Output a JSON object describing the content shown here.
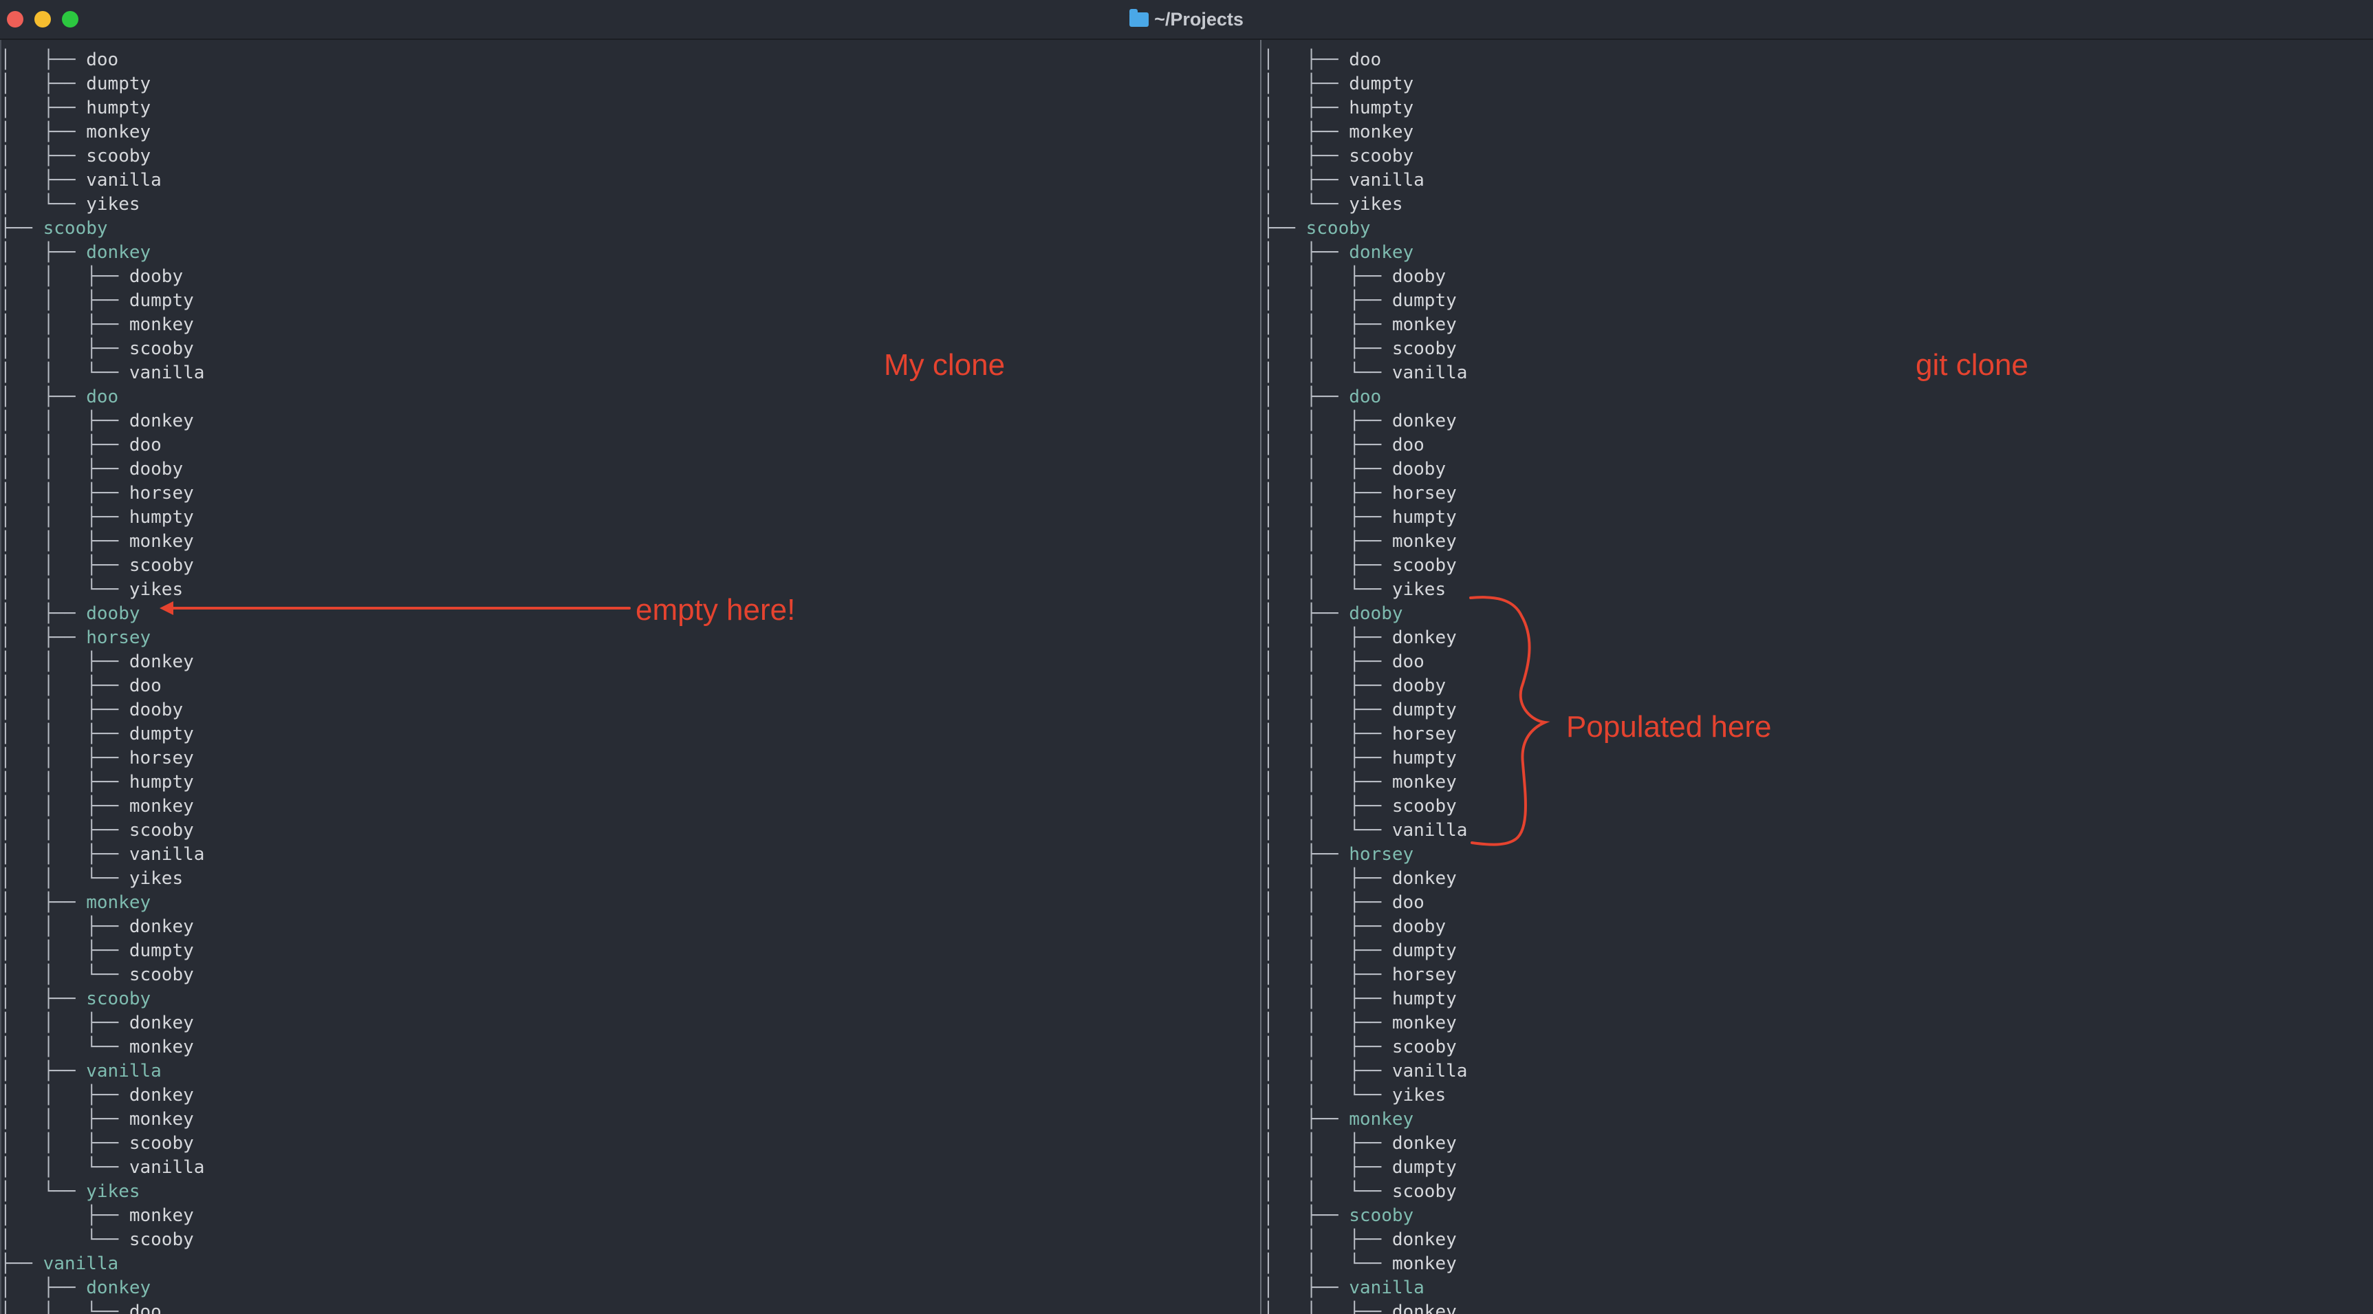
{
  "window": {
    "title": "~/Projects"
  },
  "left_pane": {
    "label": "My clone",
    "rows": [
      [
        "│   ├── ",
        "doo",
        "f"
      ],
      [
        "│   ├── ",
        "dumpty",
        "f"
      ],
      [
        "│   ├── ",
        "humpty",
        "f"
      ],
      [
        "│   ├── ",
        "monkey",
        "f"
      ],
      [
        "│   ├── ",
        "scooby",
        "f"
      ],
      [
        "│   ├── ",
        "vanilla",
        "f"
      ],
      [
        "│   └── ",
        "yikes",
        "f"
      ],
      [
        "├── ",
        "scooby",
        "d"
      ],
      [
        "│   ├── ",
        "donkey",
        "d"
      ],
      [
        "│   │   ├── ",
        "dooby",
        "f"
      ],
      [
        "│   │   ├── ",
        "dumpty",
        "f"
      ],
      [
        "│   │   ├── ",
        "monkey",
        "f"
      ],
      [
        "│   │   ├── ",
        "scooby",
        "f"
      ],
      [
        "│   │   └── ",
        "vanilla",
        "f"
      ],
      [
        "│   ├── ",
        "doo",
        "d"
      ],
      [
        "│   │   ├── ",
        "donkey",
        "f"
      ],
      [
        "│   │   ├── ",
        "doo",
        "f"
      ],
      [
        "│   │   ├── ",
        "dooby",
        "f"
      ],
      [
        "│   │   ├── ",
        "horsey",
        "f"
      ],
      [
        "│   │   ├── ",
        "humpty",
        "f"
      ],
      [
        "│   │   ├── ",
        "monkey",
        "f"
      ],
      [
        "│   │   ├── ",
        "scooby",
        "f"
      ],
      [
        "│   │   └── ",
        "yikes",
        "f"
      ],
      [
        "│   ├── ",
        "dooby",
        "d"
      ],
      [
        "│   ├── ",
        "horsey",
        "d"
      ],
      [
        "│   │   ├── ",
        "donkey",
        "f"
      ],
      [
        "│   │   ├── ",
        "doo",
        "f"
      ],
      [
        "│   │   ├── ",
        "dooby",
        "f"
      ],
      [
        "│   │   ├── ",
        "dumpty",
        "f"
      ],
      [
        "│   │   ├── ",
        "horsey",
        "f"
      ],
      [
        "│   │   ├── ",
        "humpty",
        "f"
      ],
      [
        "│   │   ├── ",
        "monkey",
        "f"
      ],
      [
        "│   │   ├── ",
        "scooby",
        "f"
      ],
      [
        "│   │   ├── ",
        "vanilla",
        "f"
      ],
      [
        "│   │   └── ",
        "yikes",
        "f"
      ],
      [
        "│   ├── ",
        "monkey",
        "d"
      ],
      [
        "│   │   ├── ",
        "donkey",
        "f"
      ],
      [
        "│   │   ├── ",
        "dumpty",
        "f"
      ],
      [
        "│   │   └── ",
        "scooby",
        "f"
      ],
      [
        "│   ├── ",
        "scooby",
        "d"
      ],
      [
        "│   │   ├── ",
        "donkey",
        "f"
      ],
      [
        "│   │   └── ",
        "monkey",
        "f"
      ],
      [
        "│   ├── ",
        "vanilla",
        "d"
      ],
      [
        "│   │   ├── ",
        "donkey",
        "f"
      ],
      [
        "│   │   ├── ",
        "monkey",
        "f"
      ],
      [
        "│   │   ├── ",
        "scooby",
        "f"
      ],
      [
        "│   │   └── ",
        "vanilla",
        "f"
      ],
      [
        "│   └── ",
        "yikes",
        "d"
      ],
      [
        "│       ├── ",
        "monkey",
        "f"
      ],
      [
        "│       └── ",
        "scooby",
        "f"
      ],
      [
        "├── ",
        "vanilla",
        "d"
      ],
      [
        "│   ├── ",
        "donkey",
        "d"
      ],
      [
        "│   │   └── ",
        "doo",
        "f"
      ]
    ]
  },
  "right_pane": {
    "label": "git clone",
    "rows": [
      [
        "│   ├── ",
        "doo",
        "f"
      ],
      [
        "│   ├── ",
        "dumpty",
        "f"
      ],
      [
        "│   ├── ",
        "humpty",
        "f"
      ],
      [
        "│   ├── ",
        "monkey",
        "f"
      ],
      [
        "│   ├── ",
        "scooby",
        "f"
      ],
      [
        "│   ├── ",
        "vanilla",
        "f"
      ],
      [
        "│   └── ",
        "yikes",
        "f"
      ],
      [
        "├── ",
        "scooby",
        "d"
      ],
      [
        "│   ├── ",
        "donkey",
        "d"
      ],
      [
        "│   │   ├── ",
        "dooby",
        "f"
      ],
      [
        "│   │   ├── ",
        "dumpty",
        "f"
      ],
      [
        "│   │   ├── ",
        "monkey",
        "f"
      ],
      [
        "│   │   ├── ",
        "scooby",
        "f"
      ],
      [
        "│   │   └── ",
        "vanilla",
        "f"
      ],
      [
        "│   ├── ",
        "doo",
        "d"
      ],
      [
        "│   │   ├── ",
        "donkey",
        "f"
      ],
      [
        "│   │   ├── ",
        "doo",
        "f"
      ],
      [
        "│   │   ├── ",
        "dooby",
        "f"
      ],
      [
        "│   │   ├── ",
        "horsey",
        "f"
      ],
      [
        "│   │   ├── ",
        "humpty",
        "f"
      ],
      [
        "│   │   ├── ",
        "monkey",
        "f"
      ],
      [
        "│   │   ├── ",
        "scooby",
        "f"
      ],
      [
        "│   │   └── ",
        "yikes",
        "f"
      ],
      [
        "│   ├── ",
        "dooby",
        "d"
      ],
      [
        "│   │   ├── ",
        "donkey",
        "f"
      ],
      [
        "│   │   ├── ",
        "doo",
        "f"
      ],
      [
        "│   │   ├── ",
        "dooby",
        "f"
      ],
      [
        "│   │   ├── ",
        "dumpty",
        "f"
      ],
      [
        "│   │   ├── ",
        "horsey",
        "f"
      ],
      [
        "│   │   ├── ",
        "humpty",
        "f"
      ],
      [
        "│   │   ├── ",
        "monkey",
        "f"
      ],
      [
        "│   │   ├── ",
        "scooby",
        "f"
      ],
      [
        "│   │   └── ",
        "vanilla",
        "f"
      ],
      [
        "│   ├── ",
        "horsey",
        "d"
      ],
      [
        "│   │   ├── ",
        "donkey",
        "f"
      ],
      [
        "│   │   ├── ",
        "doo",
        "f"
      ],
      [
        "│   │   ├── ",
        "dooby",
        "f"
      ],
      [
        "│   │   ├── ",
        "dumpty",
        "f"
      ],
      [
        "│   │   ├── ",
        "horsey",
        "f"
      ],
      [
        "│   │   ├── ",
        "humpty",
        "f"
      ],
      [
        "│   │   ├── ",
        "monkey",
        "f"
      ],
      [
        "│   │   ├── ",
        "scooby",
        "f"
      ],
      [
        "│   │   ├── ",
        "vanilla",
        "f"
      ],
      [
        "│   │   └── ",
        "yikes",
        "f"
      ],
      [
        "│   ├── ",
        "monkey",
        "d"
      ],
      [
        "│   │   ├── ",
        "donkey",
        "f"
      ],
      [
        "│   │   ├── ",
        "dumpty",
        "f"
      ],
      [
        "│   │   └── ",
        "scooby",
        "f"
      ],
      [
        "│   ├── ",
        "scooby",
        "d"
      ],
      [
        "│   │   ├── ",
        "donkey",
        "f"
      ],
      [
        "│   │   └── ",
        "monkey",
        "f"
      ],
      [
        "│   ├── ",
        "vanilla",
        "d"
      ],
      [
        "│   │   ├── ",
        "donkey",
        "f"
      ]
    ]
  },
  "annotations": {
    "empty_note": "empty here!",
    "populated_note": "Populated here",
    "color": "#e5432f"
  },
  "colors": {
    "background": "#282c34",
    "directory": "#7fbcb0",
    "file": "#d6d8dc",
    "tree_lines": "#b8bcc4"
  }
}
